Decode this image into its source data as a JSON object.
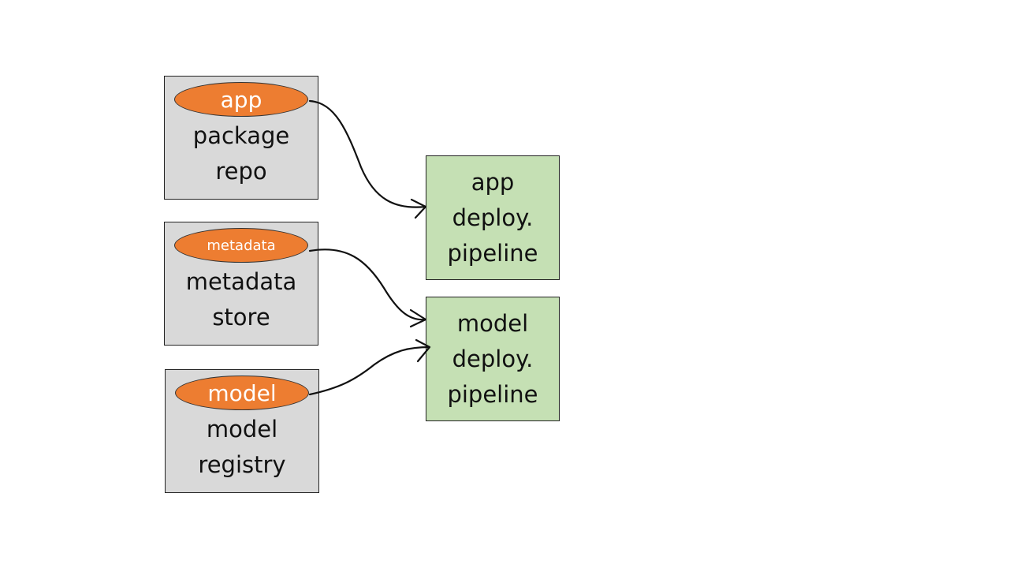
{
  "sources": [
    {
      "pill": "app",
      "line1": "package",
      "line2": "repo"
    },
    {
      "pill": "metadata",
      "line1": "metadata",
      "line2": "store"
    },
    {
      "pill": "model",
      "line1": "model",
      "line2": "registry"
    }
  ],
  "targets": [
    {
      "line1": "app",
      "line2": "deploy.",
      "line3": "pipeline"
    },
    {
      "line1": "model",
      "line2": "deploy.",
      "line3": "pipeline"
    }
  ],
  "colors": {
    "source_fill": "#d9d9d9",
    "target_fill": "#c5e0b4",
    "pill_fill": "#ed7d31",
    "pill_text": "#ffffff",
    "stroke": "#111111"
  }
}
